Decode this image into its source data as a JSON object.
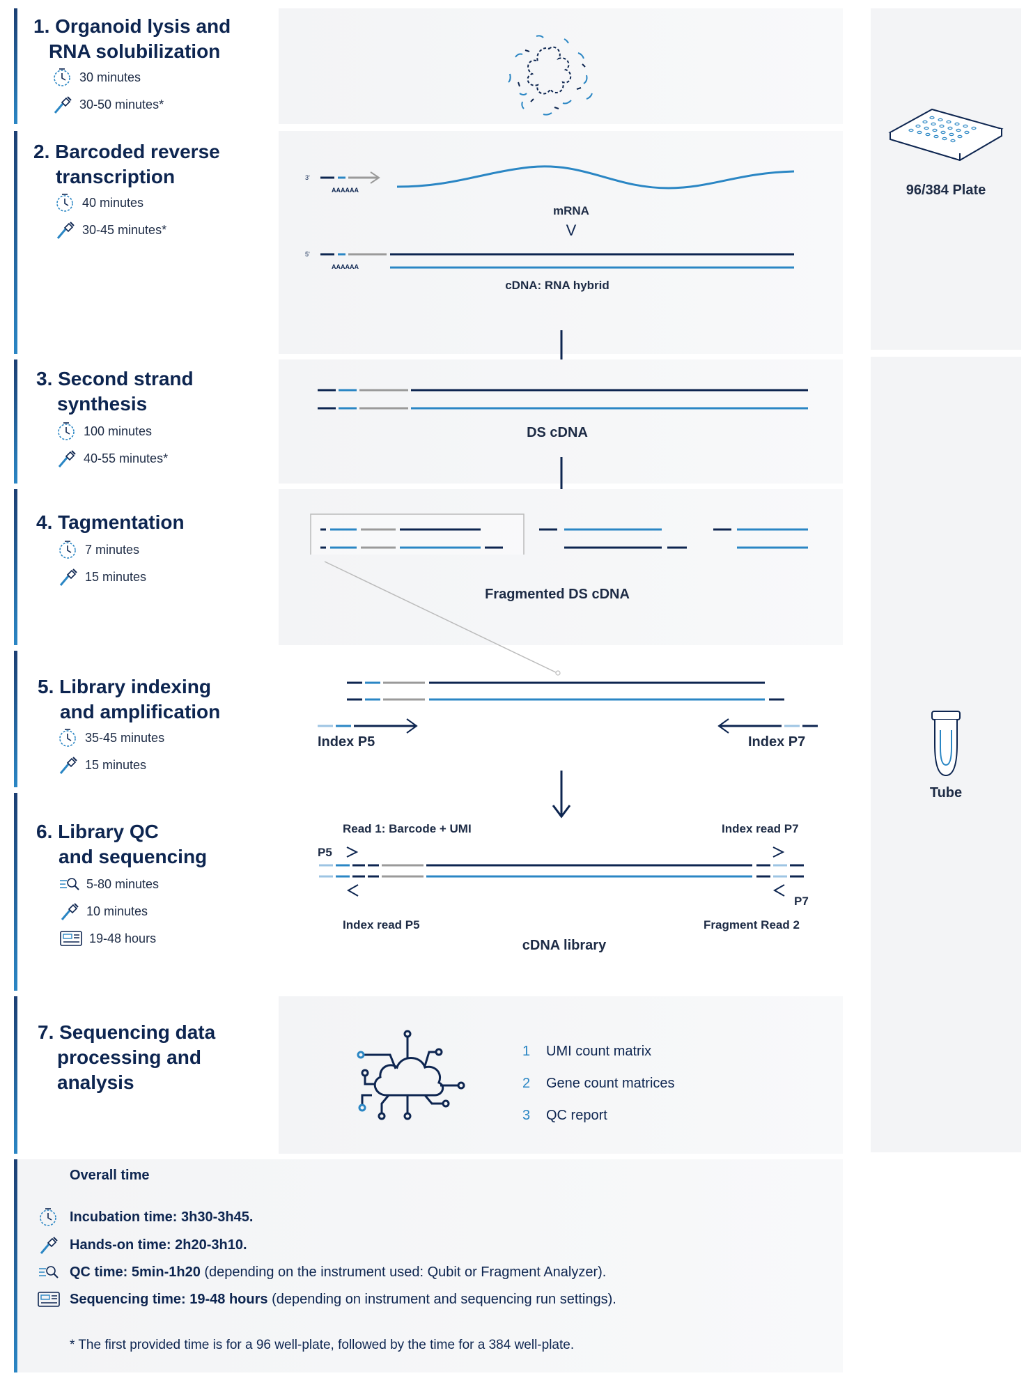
{
  "steps": [
    {
      "title1": "1. Organoid lysis and",
      "title2": "RNA solubilization",
      "t1": "30 minutes",
      "t2": "30-50 minutes*"
    },
    {
      "title1": "2. Barcoded reverse",
      "title2": "transcription",
      "t1": "40 minutes",
      "t2": "30-45 minutes*"
    },
    {
      "title1": "3. Second strand",
      "title2": "synthesis",
      "t1": "100 minutes",
      "t2": "40-55 minutes*"
    },
    {
      "title1": "4. Tagmentation",
      "title2": "",
      "t1": "7 minutes",
      "t2": "15 minutes"
    },
    {
      "title1": "5. Library indexing",
      "title2": "and amplification",
      "t1": "35-45 minutes",
      "t2": "15 minutes"
    },
    {
      "title1": "6. Library QC",
      "title2": "and sequencing",
      "t1": "5-80 minutes",
      "t2": "10 minutes",
      "t3": "19-48 hours"
    },
    {
      "title1": "7. Sequencing data",
      "title2": "processing and",
      "title3": "analysis"
    }
  ],
  "diagram": {
    "three_prime": "3'",
    "five_prime": "5'",
    "polyA": "AAAAAA",
    "polyA2": "AAAAAA",
    "mrna": "mRNA",
    "chevron": "V",
    "cdna_hybrid": "cDNA: RNA hybrid",
    "ds_cdna": "DS cDNA",
    "fragmented": "Fragmented DS cDNA",
    "index_p5": "Index P5",
    "index_p7": "Index P7",
    "read1": "Read 1: Barcode + UMI",
    "index_read_p7": "Index read P7",
    "p5": "P5",
    "p7": "P7",
    "index_read_p5": "Index read P5",
    "fragment_read2": "Fragment Read 2",
    "cdna_library": "cDNA library"
  },
  "outputs": [
    {
      "n": "1",
      "label": "UMI count matrix"
    },
    {
      "n": "2",
      "label": "Gene count matrices"
    },
    {
      "n": "3",
      "label": "QC report"
    }
  ],
  "side": {
    "plate": "96/384 Plate",
    "tube": "Tube"
  },
  "overall": {
    "heading": "Overall time",
    "incubation": "Incubation time: 3h30-3h45.",
    "handson": "Hands-on time: 2h20-3h10.",
    "qc_bold": "QC time: 5min-1h20",
    "qc_rest": " (depending on the instrument used: Qubit or Fragment Analyzer).",
    "seq_bold": "Sequencing time: 19-48 hours",
    "seq_rest": " (depending on instrument and sequencing run settings).",
    "footnote": "* The first provided time is for a 96 well-plate, followed by the time for a 384 well-plate."
  },
  "colors": {
    "navy": "#0d2550",
    "blue": "#2a86c4",
    "gray": "#9a9a9a"
  }
}
